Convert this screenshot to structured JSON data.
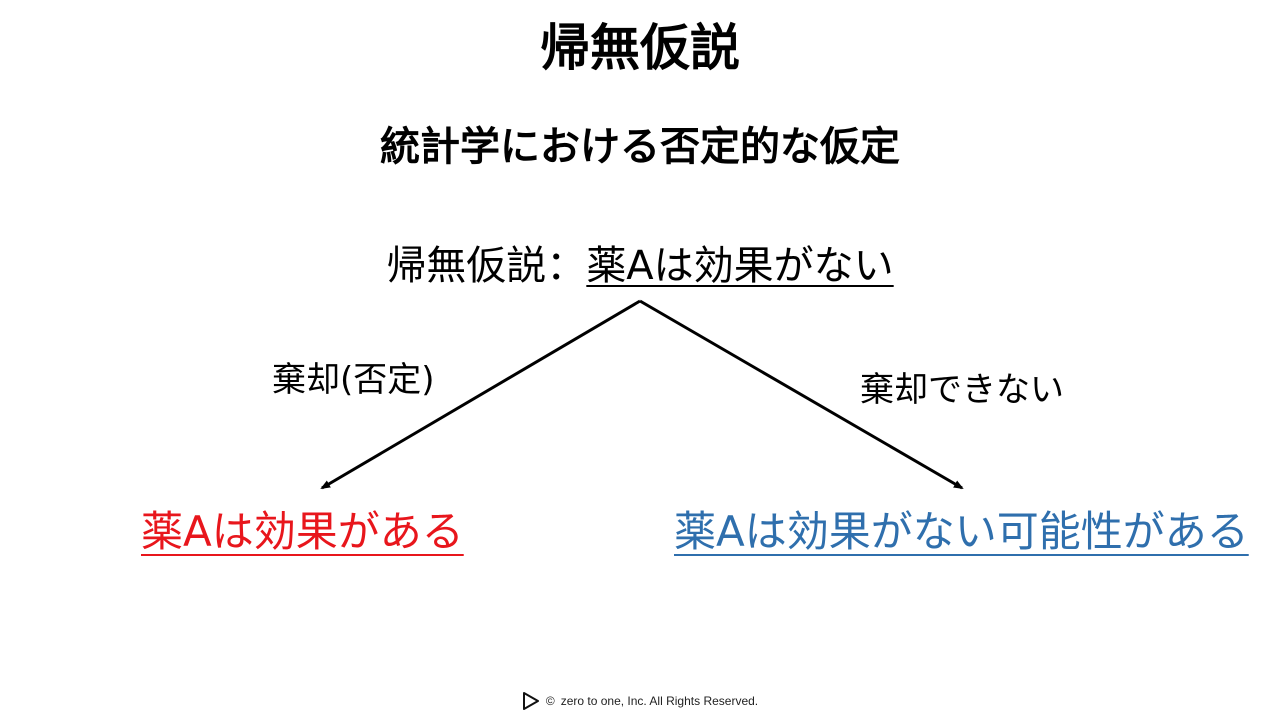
{
  "title": "帰無仮説",
  "subtitle": "統計学における否定的な仮定",
  "hypothesis": {
    "label": "帰無仮説：",
    "claim": "薬Aは効果がない"
  },
  "branches": {
    "left_label": "棄却(否定)",
    "right_label": "棄却できない"
  },
  "outcomes": {
    "left": "薬Aは効果がある",
    "right": "薬Aは効果がない可能性がある"
  },
  "colors": {
    "left_outcome": "#e8161c",
    "right_outcome": "#2f6fad"
  },
  "footer": {
    "copyright_symbol": "©",
    "text": "zero to one, Inc. All Rights Reserved."
  }
}
